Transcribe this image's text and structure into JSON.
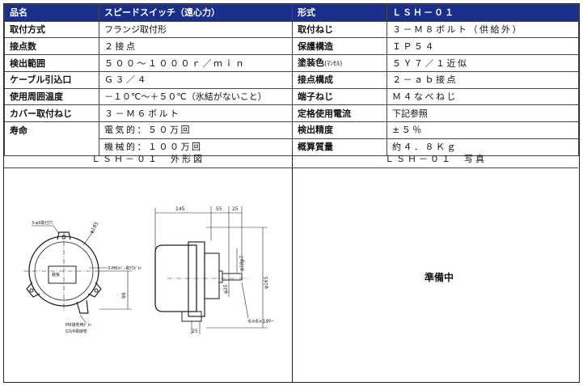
{
  "left_table": {
    "header": {
      "label": "品名",
      "value": "スピードスイッチ（遠心力）"
    },
    "rows": [
      {
        "label": "取付方式",
        "value": "フランジ取付形"
      },
      {
        "label": "接点数",
        "value": "２接点"
      },
      {
        "label": "検出範囲",
        "value": "５００〜１０００ｒ／ｍｉｎ"
      },
      {
        "label": "ケーブル引込口",
        "value": "Ｇ３／４"
      },
      {
        "label": "使用周囲温度",
        "value": "－１０℃〜＋５０℃（氷結がないこと）"
      },
      {
        "label": "カバー取付ねじ",
        "value": "３－Ｍ６ボルト"
      },
      {
        "label": "寿命",
        "value": "電気的：５０万回"
      },
      {
        "label": "",
        "value": "機械的：１００万回"
      }
    ]
  },
  "right_table": {
    "header": {
      "label": "形式",
      "value": "ＬＳＨ－０１"
    },
    "rows": [
      {
        "label": "取付ねじ",
        "value": "３－Ｍ８ボルト（供給外）"
      },
      {
        "label": "保護構造",
        "value": "ＩＰ５４"
      },
      {
        "label": "塗装色",
        "label_note": "(ﾏﾝｾﾙ)",
        "value": "５Ｙ７／１近似"
      },
      {
        "label": "接点構成",
        "value": "２－ａｂ接点"
      },
      {
        "label": "端子ねじ",
        "value": "Ｍ４なべねじ"
      },
      {
        "label": "定格使用電流",
        "value": "下記参照"
      },
      {
        "label": "検出精度",
        "value": "±５％"
      },
      {
        "label": "概算質量",
        "value": "約４．８Ｋｇ"
      }
    ]
  },
  "captions": {
    "outline": "ＬＳＨ－０１　外形図",
    "photo": "ＬＳＨ－０１　写真"
  },
  "photo_placeholder": "準備中",
  "drawing_labels": {
    "dim_145": "145",
    "dim_55": "55",
    "dim_25_top": "25",
    "dim_phi185": "φ185",
    "dim_98": "98",
    "dim_25_bottom": "25",
    "dim_phi18": "φ18p7",
    "dim_phi25": "φ25",
    "dim_phi165": "φ165",
    "key": "6×6×19ｷｰ",
    "mount_holes": "3-φ9取付穴",
    "cover_bolt": "3-M6ｶﾊﾞｰ取付ﾎﾞﾙﾄ",
    "ground_bolt": "M6接地用ﾎﾞﾙﾄ",
    "cable_entry": "G3/4電線管",
    "nameplate": "銘板"
  }
}
